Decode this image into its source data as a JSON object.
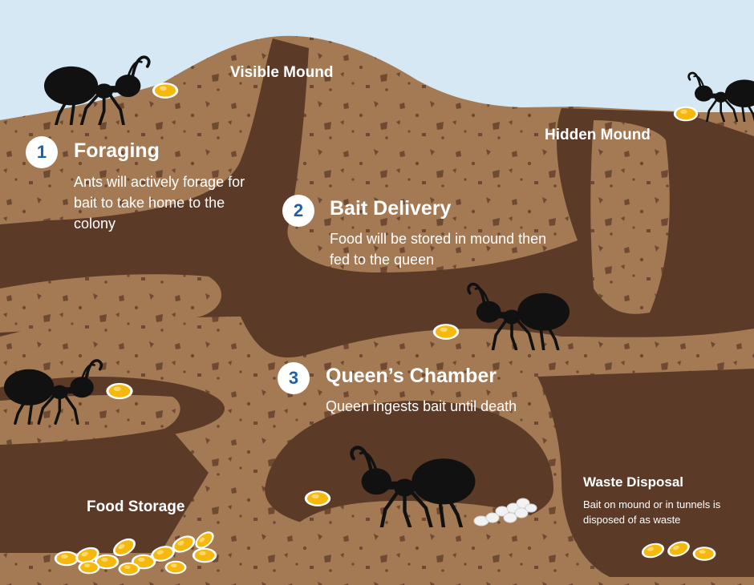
{
  "regions": {
    "visible_mound": "Visible Mound",
    "hidden_mound": "Hidden Mound",
    "food_storage": "Food Storage"
  },
  "steps": [
    {
      "number": "1",
      "title": "Foraging",
      "description": "Ants will actively forage for bait to take home to the colony"
    },
    {
      "number": "2",
      "title": "Bait Delivery",
      "description": "Food will be stored in mound then fed to the queen"
    },
    {
      "number": "3",
      "title": "Queen’s Chamber",
      "description": "Queen ingests bait until death"
    }
  ],
  "waste": {
    "title": "Waste Disposal",
    "description": "Bait on mound or in tunnels is disposed of as waste"
  },
  "colors": {
    "sky": "#d6e8f3",
    "soil": "#a37a54",
    "tunnel": "#5b3b28",
    "speckle": "#6e4a32",
    "ant": "#111111",
    "bait": "#f5b80f",
    "step_number": "#1f5fa6",
    "egg": "#f2f2f2"
  },
  "icons": [
    "ant-icon",
    "bait-pellet-icon",
    "egg-icon"
  ]
}
